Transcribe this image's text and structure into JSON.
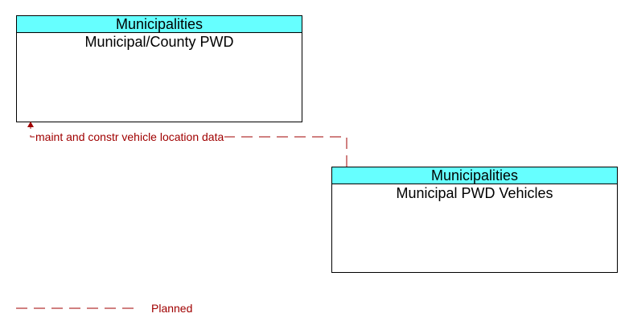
{
  "colors": {
    "header_fill": "#66FFFF",
    "planned_flow": "#A00000",
    "border": "#000000"
  },
  "nodes": [
    {
      "category": "Municipalities",
      "title": "Municipal/County PWD"
    },
    {
      "category": "Municipalities",
      "title": "Municipal PWD Vehicles"
    }
  ],
  "flows": [
    {
      "label": "maint and constr vehicle location data",
      "status": "Planned"
    }
  ],
  "legend": {
    "planned_label": "Planned"
  }
}
